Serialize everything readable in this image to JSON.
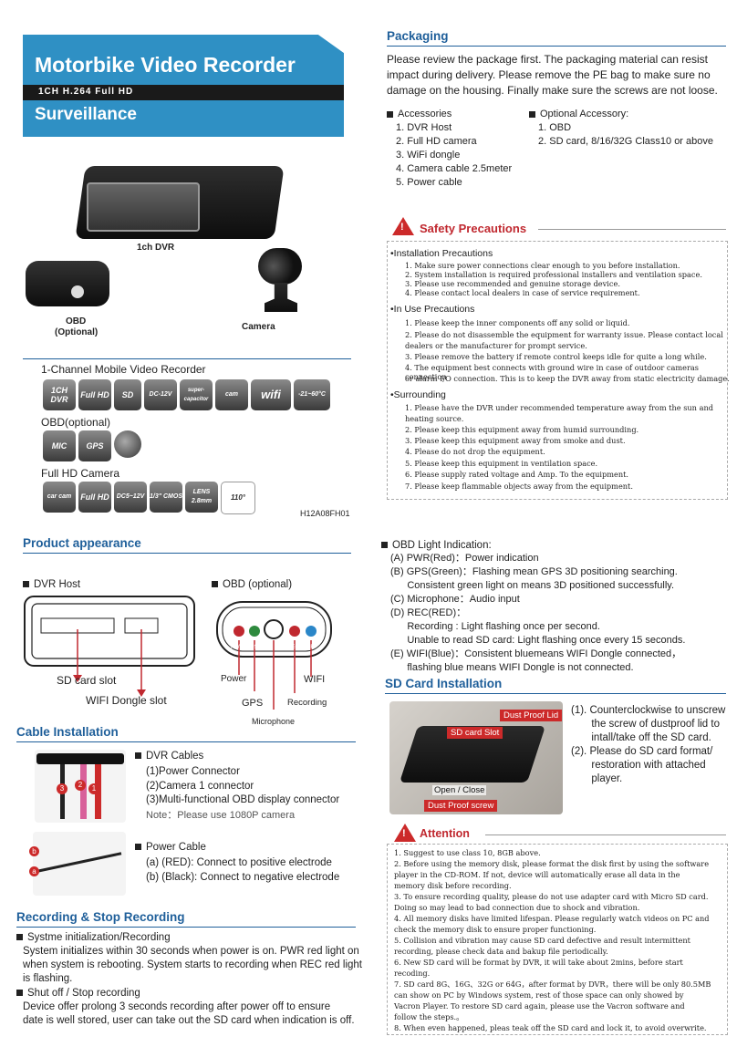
{
  "header": {
    "title": "Motorbike Video Recorder",
    "subtitle": "1CH H.264 Full HD",
    "category": "Surveillance"
  },
  "photos": {
    "dvr_label": "1ch DVR",
    "obd_label": "OBD",
    "obd_optional": "(Optional)",
    "camera_label": "Camera"
  },
  "specs": {
    "recorder_title": "1-Channel  Mobile  Video Recorder",
    "recorder_icons": [
      "1CH DVR",
      "Full HD",
      "SD",
      "DC-12V",
      "super-capacitor",
      "cam",
      "wifi",
      "-21~60°C"
    ],
    "obd_title": "OBD(optional)",
    "obd_icons": [
      "MIC",
      "GPS",
      "globe"
    ],
    "camera_title": "Full HD Camera",
    "camera_icons": [
      "car cam",
      "Full HD",
      "DC5~12V",
      "1/3\" CMOS",
      "LENS 2.8mm",
      "110°"
    ],
    "model": "H12A08FH01"
  },
  "packaging": {
    "title": "Packaging",
    "text": "Please review the package first.  The packaging material can resist impact during delivery.  Please remove the PE bag to make sure no damage on the housing.  Finally make sure the screws are not loose.",
    "accessories_title": "Accessories",
    "accessories": [
      "1. DVR Host",
      "2. Full HD camera",
      "3. WiFi dongle",
      "4. Camera cable 2.5meter",
      "5. Power cable"
    ],
    "optional_title": "Optional Accessory:",
    "optional": [
      "1. OBD",
      "2. SD card, 8/16/32G Class10  or above"
    ]
  },
  "safety": {
    "title": "Safety Precautions",
    "installation_title": "•Installation Precautions",
    "installation": [
      "1. Make sure power connections clear enough to you before installation.",
      "2. System installation is required professional installers and ventilation space.",
      "3. Please use recommended and genuine storage device.",
      "4. Please contact local dealers in case of service requirement."
    ],
    "inuse_title": "•In Use Precautions",
    "inuse": [
      "1. Please keep the inner components off any solid or liquid.",
      "2. Please do not disassemble the equipment for warranty issue.  Please contact local",
      "    dealers or the manufacturer for prompt service.",
      "3. Please remove the battery if remote control keeps idle for quite a long while.",
      "4. The equipment best connects with ground wire in case of outdoor cameras connection",
      "    or alarm I/O connection. This is to keep the DVR away from static electricity damage."
    ],
    "surrounding_title": "•Surrounding",
    "surrounding": [
      "1. Please have the DVR under recommended temperature away from the sun and",
      "    heating source.",
      "2. Please keep this equipment away from humid surrounding.",
      "3. Please keep this equipment away from smoke and dust.",
      "4. Please do not drop the equipment.",
      "5. Please keep this equipment in ventilation space.",
      "6. Please supply rated voltage and Amp. To the equipment.",
      "7. Please keep flammable objects away from the equipment."
    ]
  },
  "appearance": {
    "title": "Product appearance",
    "dvr_host": "DVR Host",
    "obd": "OBD (optional)",
    "sd_card_slot": "SD card slot",
    "wifi_dongle_slot": "WIFI Dongle slot",
    "power": "Power",
    "gps": "GPS",
    "microphone": "Microphone",
    "recording": "Recording",
    "wifi": "WIFI",
    "led_labels": [
      "PWR",
      "GPS",
      "REC",
      "WIFI"
    ]
  },
  "obd_light": {
    "title": "OBD Light Indication:",
    "lines": [
      "(A) PWR(Red)：Power indication",
      "(B) GPS(Green)：Flashing mean GPS 3D positioning searching.",
      "      Consistent green light on means 3D positioned successfully.",
      "(C) Microphone：Audio input",
      "(D) REC(RED)：",
      "      Recording : Light flashing once per second.",
      "      Unable to read SD card: Light flashing once every 15 seconds.",
      "(E) WIFI(Blue)：Consistent bluemeans WIFI Dongle connected，",
      "      flashing blue means WIFI Dongle is not connected."
    ]
  },
  "cable": {
    "title": "Cable Installation",
    "dvr_cables": "DVR Cables",
    "dvr_list": [
      "(1)Power Connector",
      "(2)Camera 1 connector",
      "(3)Multi-functional OBD display connector"
    ],
    "note": "Note：Please use 1080P camera",
    "power_cable": "Power Cable",
    "power_list": [
      "(a) (RED):  Connect to positive electrode",
      "(b) (Black): Connect to negative electrode"
    ],
    "markers": [
      "3",
      "2",
      "1",
      "b",
      "a"
    ]
  },
  "sd": {
    "title": "SD Card Installation",
    "labels": [
      "Dust Proof Lid",
      "SD card Slot",
      "Open / Close",
      "Dust Proof  screw"
    ],
    "steps": [
      "(1). Counterclockwise to unscrew",
      "       the screw of dustproof lid to",
      "       intall/take off the SD card.",
      "(2). Please do SD card format/",
      "       restoration with attached",
      "       player."
    ]
  },
  "recording": {
    "title": "Recording  & Stop Recording",
    "init_title": "Systme initialization/Recording",
    "init_lines": [
      "System initializes within 30 seconds when power is on. PWR red light on",
      "when system is rebooting. System starts to recording when REC red light",
      "is flashing."
    ],
    "stop_title": "Shut off / Stop recording",
    "stop_lines": [
      "Device offer prolong 3 seconds recording after power off to ensure",
      "date is well stored, user can take out the SD card when indication is off."
    ]
  },
  "attention": {
    "title": "Attention",
    "lines": [
      "1. Suggest to use class 10, 8GB above.",
      "2. Before using the memory disk, please format the disk first by using the software",
      "    player in the CD-ROM. If not, device will automatically erase all data in the",
      "    memory disk before recording.",
      "3. To ensure recording quality, please do not use adapter card with Micro SD card.",
      "    Doing so may lead to bad connection due to shock and vibration.",
      "4. All memory disks have limited lifespan. Please regularly watch videos on PC and",
      "    check the memory disk to ensure proper functioning.",
      "5. Collision and vibration may cause SD card defective and result intermittent",
      "    recording, please check data and bakup file periodically.",
      "6. New SD card will be format by DVR, it will take about 2mins, before start",
      "    recoding.",
      "7. SD card 8G、16G、32G or 64G，after format by DVR，there will be only 80.5MB",
      "    can show on PC by Windows system, rest of those space can only showed by",
      "    Vacron Player. To restore SD card again, please use the Vacron software and",
      "    follow the steps.。",
      "8. When even happened, pleas teak off the SD card and lock it, to avoid overwrite."
    ]
  }
}
